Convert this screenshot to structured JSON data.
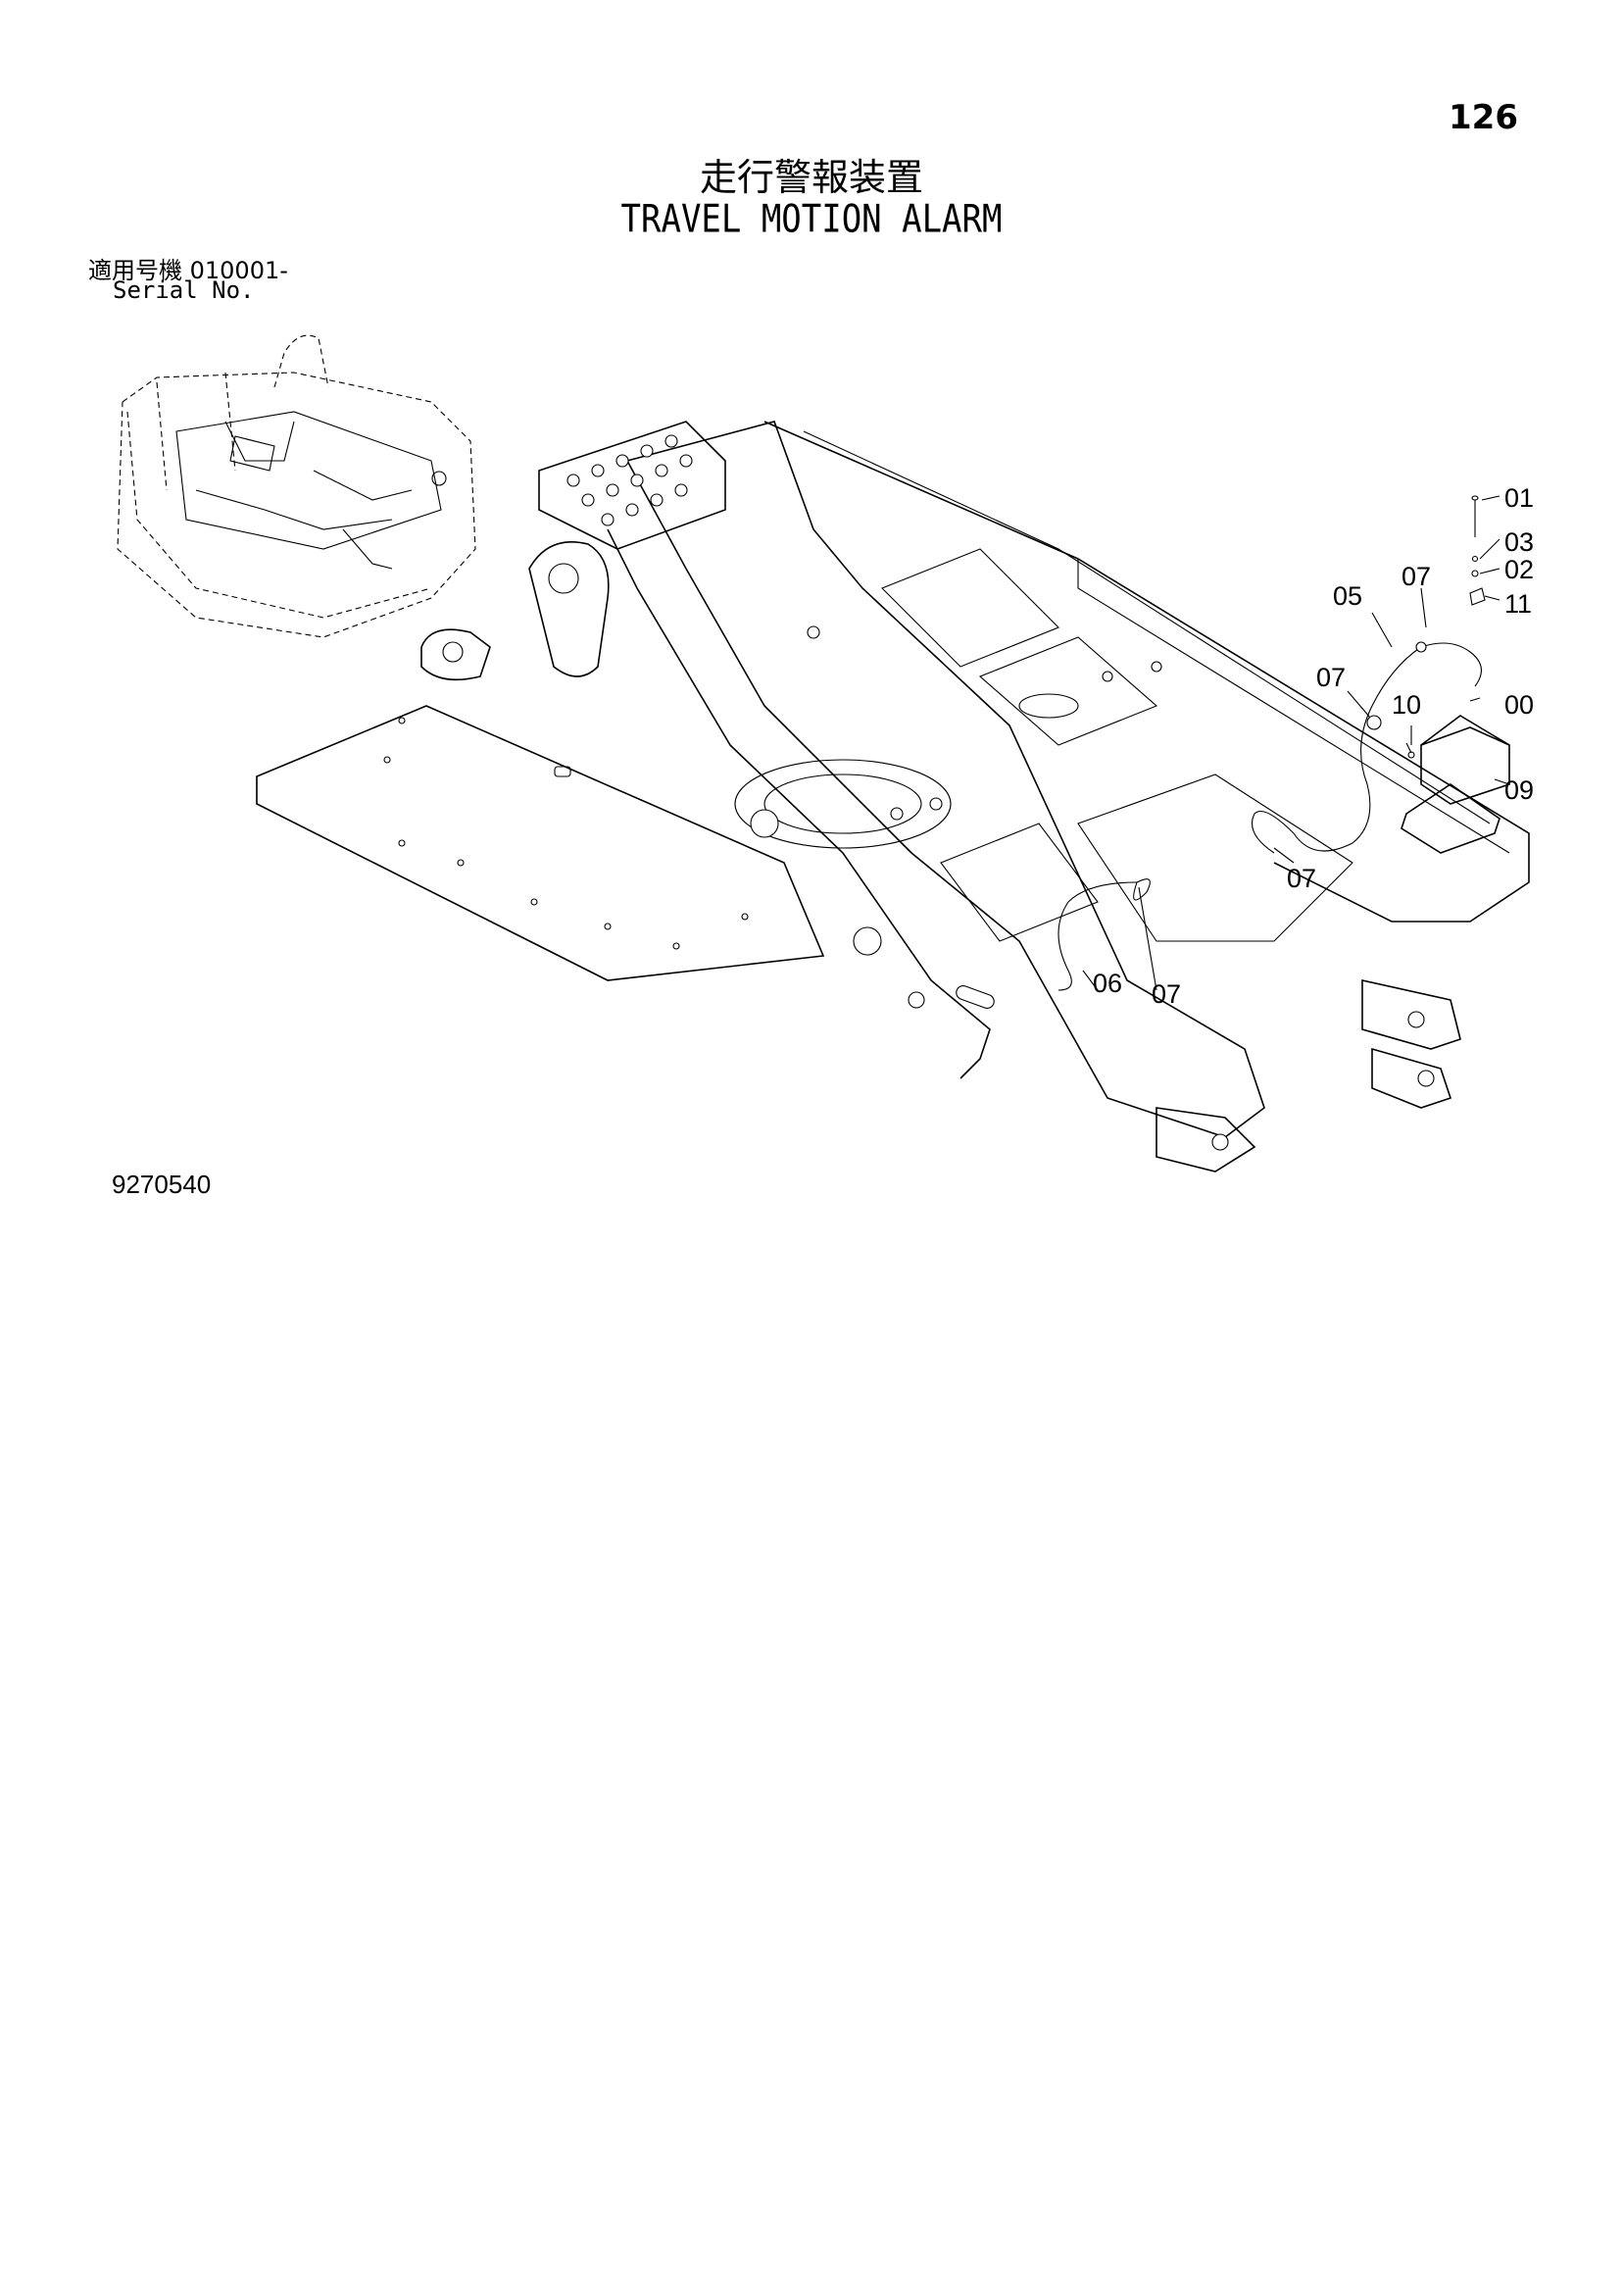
{
  "page": {
    "page_number": "126",
    "title_jp": "走行警報装置",
    "title_en": "TRAVEL MOTION ALARM",
    "serial_label_jp": "適用号機 010001-",
    "serial_label_en": "Serial No.",
    "drawing_number": "9270540"
  },
  "callouts": [
    {
      "id": "c01",
      "label": "01"
    },
    {
      "id": "c03",
      "label": "03"
    },
    {
      "id": "c02",
      "label": "02"
    },
    {
      "id": "c11",
      "label": "11"
    },
    {
      "id": "c07a",
      "label": "07"
    },
    {
      "id": "c05",
      "label": "05"
    },
    {
      "id": "c07b",
      "label": "07"
    },
    {
      "id": "c10",
      "label": "10"
    },
    {
      "id": "c00",
      "label": "00"
    },
    {
      "id": "c09",
      "label": "09"
    },
    {
      "id": "c07c",
      "label": "07"
    },
    {
      "id": "c06",
      "label": "06"
    },
    {
      "id": "c07d",
      "label": "07"
    }
  ]
}
